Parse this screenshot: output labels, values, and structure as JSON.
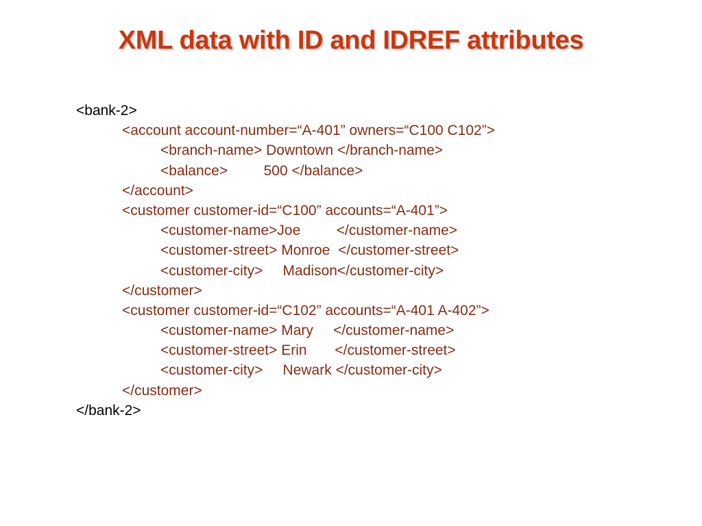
{
  "title": "XML data with ID and IDREF attributes",
  "colors": {
    "title": "#c8380e",
    "root_text": "#000000",
    "body_text": "#8b2a12"
  },
  "lines": [
    "<bank-2>",
    "<account account-number=“A-401” owners=“C100 C102”>",
    "<branch-name> Downtown </branch-name>",
    "<balance>         500 </balance>",
    "</account>",
    "<customer customer-id=“C100” accounts=“A-401”>",
    "<customer-name>Joe         </customer-name>",
    "<customer-street> Monroe  </customer-street>",
    "<customer-city>     Madison</customer-city>",
    "</customer>",
    "<customer customer-id=“C102” accounts=“A-401 A-402”>",
    "<customer-name> Mary     </customer-name>",
    "<customer-street> Erin       </customer-street>",
    "<customer-city>     Newark </customer-city>",
    "</customer>",
    "</bank-2>"
  ]
}
